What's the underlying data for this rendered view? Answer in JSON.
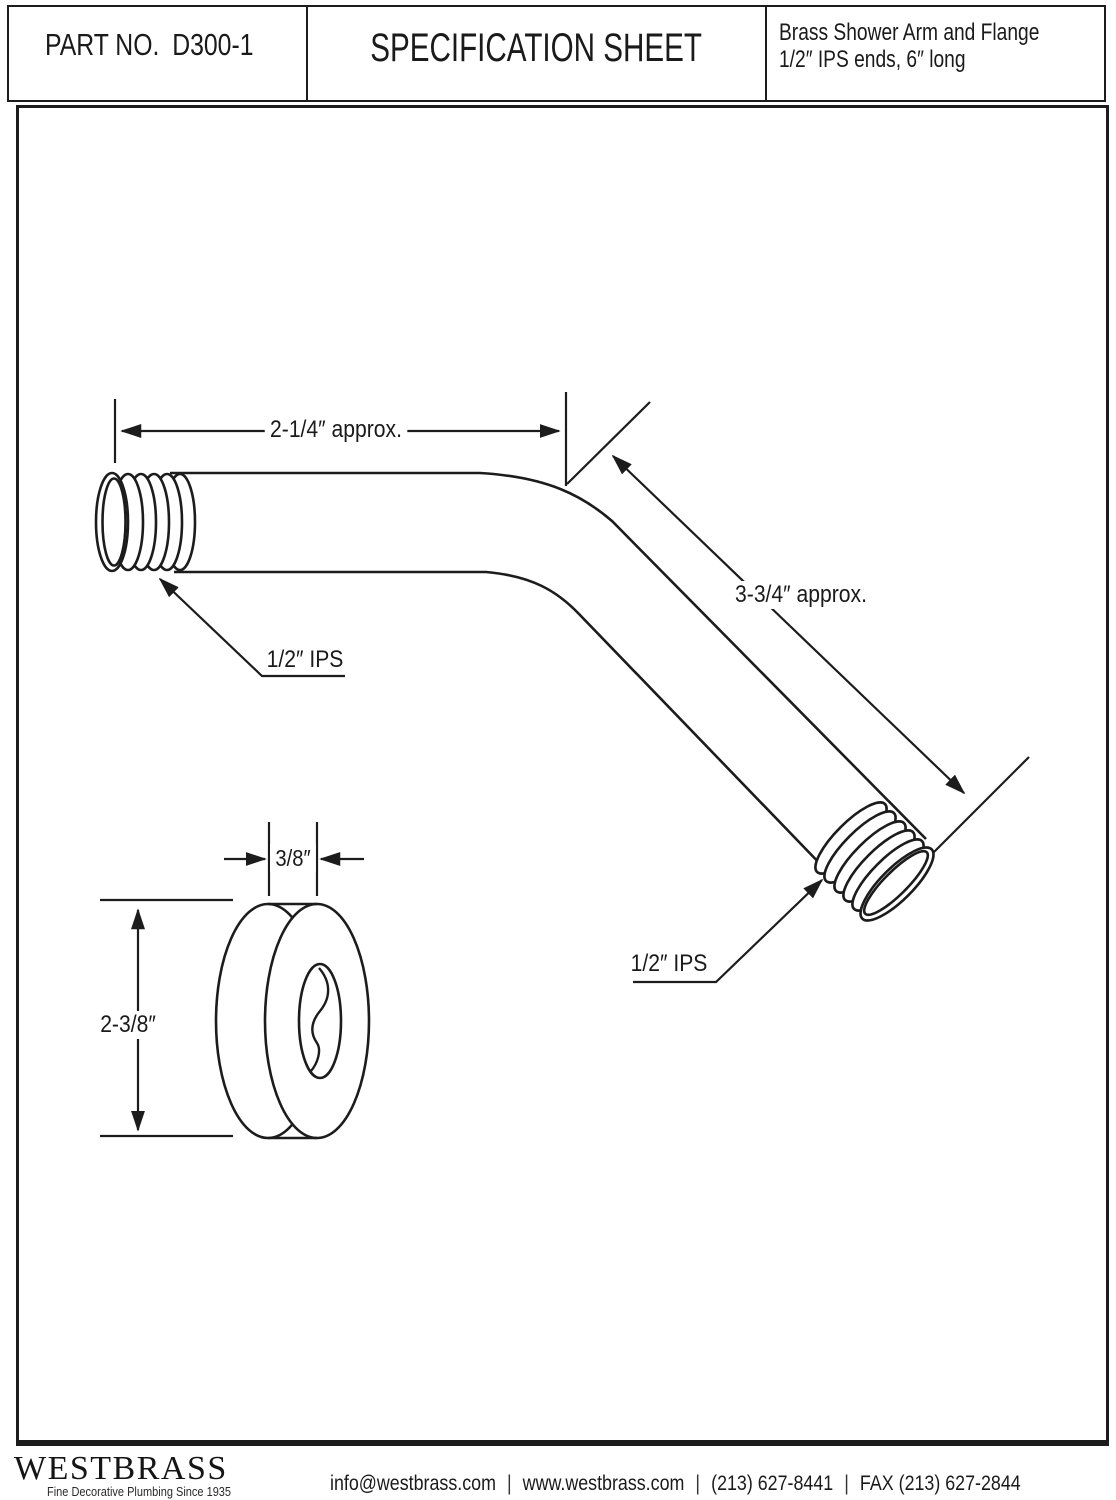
{
  "header": {
    "part_label": "PART NO.",
    "part_number": "D300-1",
    "title": "SPECIFICATION SHEET",
    "product_line1": "Brass Shower Arm and Flange",
    "product_line2": "1/2″ IPS ends, 6″ long"
  },
  "drawing": {
    "dim_arm_horizontal": "2-1/4″ approx.",
    "dim_arm_diagonal": "3-3/4″ approx.",
    "thread_label_upper": "1/2″ IPS",
    "thread_label_lower": "1/2″ IPS",
    "dim_flange_thickness": "3/8″",
    "dim_flange_diameter": "2-3/8″"
  },
  "footer": {
    "brand": "WESTBRASS",
    "tagline": "Fine Decorative Plumbing Since 1935",
    "separator": "|",
    "contacts": {
      "email": "info@westbrass.com",
      "website": "www.westbrass.com",
      "phone": "(213) 627-8441",
      "fax": "FAX (213) 627-2844"
    }
  },
  "colors": {
    "line": "#1c1c1c",
    "background": "#ffffff"
  }
}
